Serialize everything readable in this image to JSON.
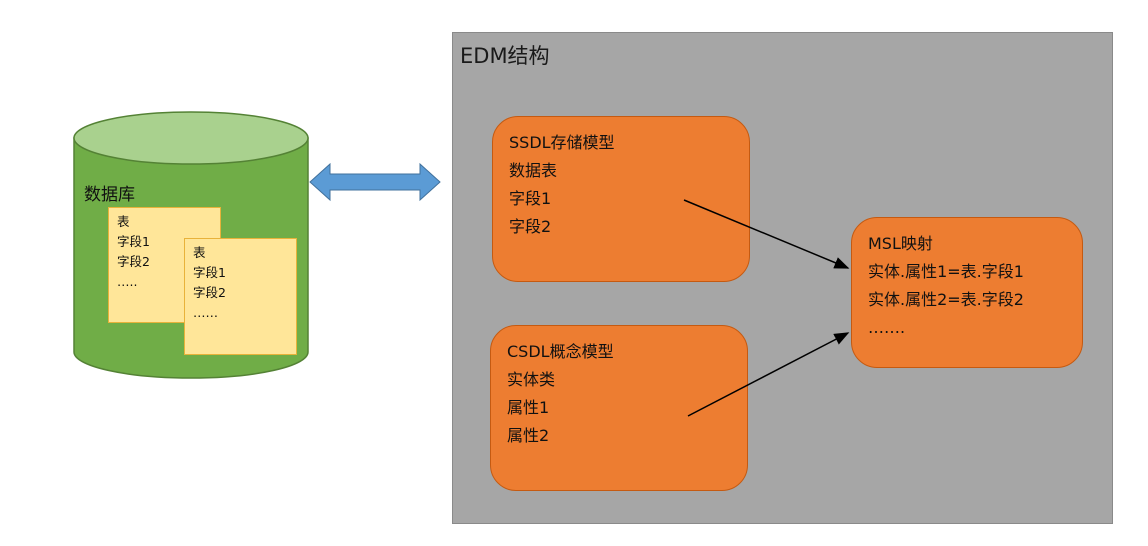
{
  "database": {
    "title": "数据库",
    "tables": [
      {
        "lines": [
          "表",
          "字段1",
          "字段2",
          "….."
        ]
      },
      {
        "lines": [
          "表",
          "字段1",
          "字段2",
          "……"
        ]
      }
    ]
  },
  "edm": {
    "title": "EDM结构",
    "ssdl": {
      "lines": [
        "SSDL存储模型",
        "数据表",
        "字段1",
        "字段2"
      ]
    },
    "csdl": {
      "lines": [
        "CSDL概念模型",
        "实体类",
        "属性1",
        "属性2"
      ]
    },
    "msl": {
      "lines": [
        "MSL映射",
        "实体.属性1=表.字段1",
        "实体.属性2=表.字段2",
        "……."
      ]
    }
  },
  "colors": {
    "cylinder_body": "#70ad47",
    "cylinder_top": "#a9d18e",
    "note_fill": "#ffe699",
    "container": "#a6a6a6",
    "box_fill": "#ed7d31",
    "double_arrow": "#5b9bd5"
  }
}
